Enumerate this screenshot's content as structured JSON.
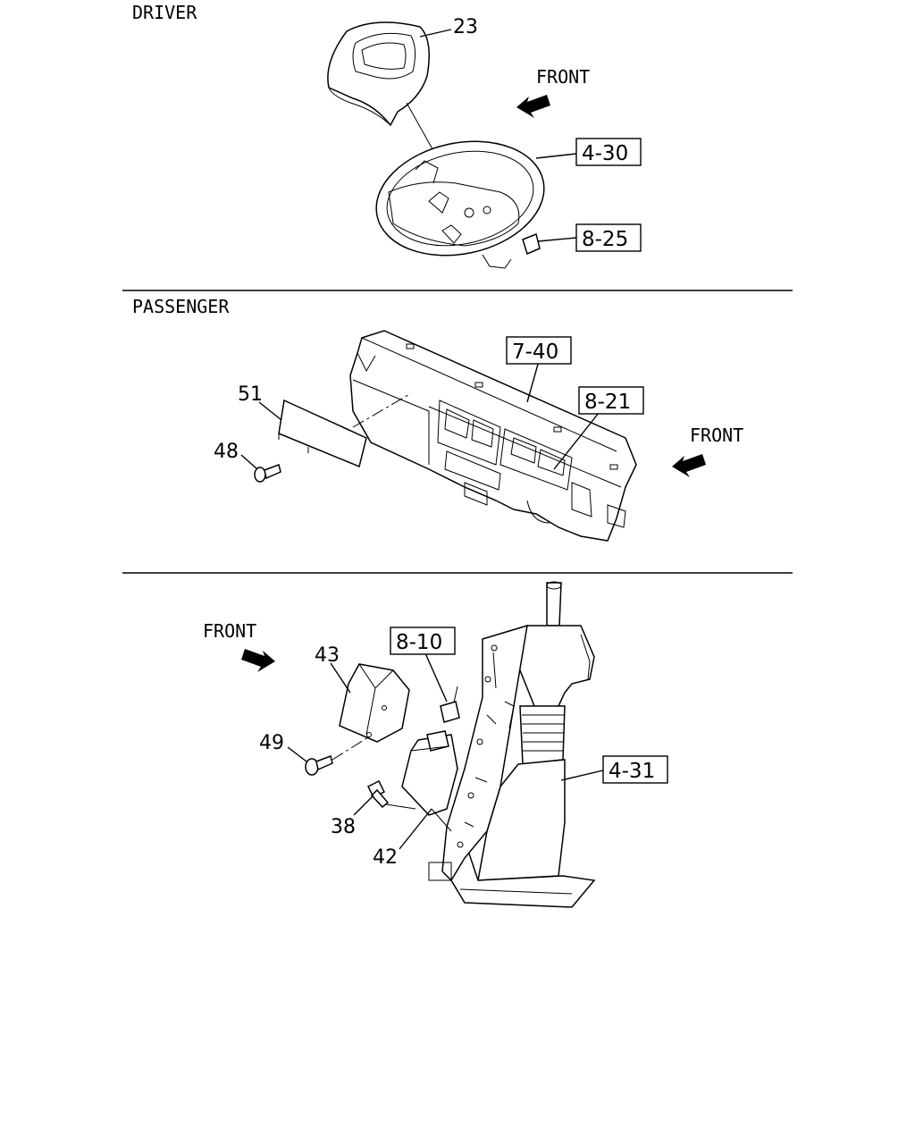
{
  "sections": {
    "driver": "DRIVER",
    "passenger": "PASSENGER"
  },
  "front_label": "FRONT",
  "callouts": {
    "c23": "23",
    "c51": "51",
    "c48": "48",
    "c43": "43",
    "c49": "49",
    "c38": "38",
    "c42": "42"
  },
  "refs": {
    "r4_30": "4-30",
    "r8_25": "8-25",
    "r7_40": "7-40",
    "r8_21": "8-21",
    "r8_10": "8-10",
    "r4_31": "4-31"
  },
  "icons": {
    "front_arrow": "front-arrow-icon"
  },
  "colors": {
    "ink": "#000000",
    "paper": "#ffffff"
  }
}
